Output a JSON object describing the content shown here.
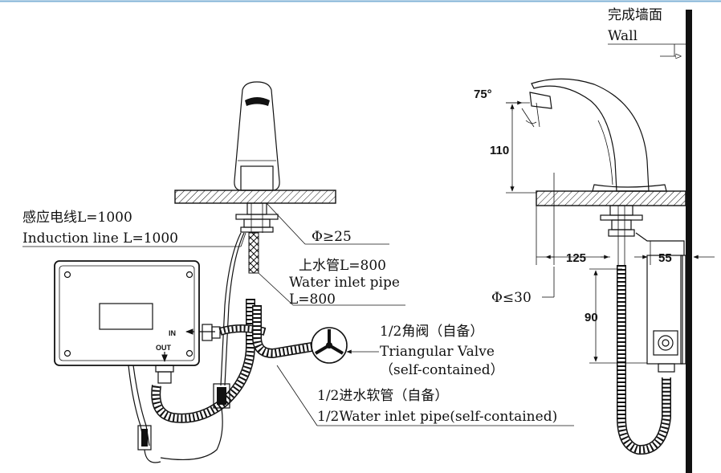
{
  "diagram": {
    "wall_label_cn": "完成墙面",
    "wall_label_en": "Wall",
    "angle_label": "75°",
    "dim_110": "110",
    "dim_125": "125",
    "dim_55": "55",
    "dim_90": "90",
    "dia_30": "Φ≤30",
    "dia_25": "Φ≥25",
    "induction_cn": "感应电线L=1000",
    "induction_en": "Induction line L=1000",
    "inlet_cn": "上水管L=800",
    "inlet_en1": "Water inlet pipe",
    "inlet_en2": "L=800",
    "valve_cn": "1/2角阀（自备）",
    "valve_en1": "Triangular Valve",
    "valve_en2": "（self-contained）",
    "hose_cn": "1/2进水软管（自备）",
    "hose_en": "1/2Water inlet pipe(self-contained)",
    "port_in": "IN",
    "port_out": "OUT"
  }
}
